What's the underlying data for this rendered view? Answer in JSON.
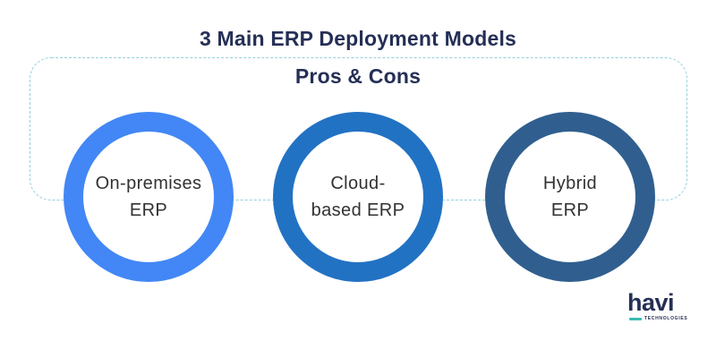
{
  "title": "3 Main ERP Deployment Models",
  "subtitle": "Pros & Cons",
  "panel": {
    "border_color": "#93cfdf"
  },
  "models": [
    {
      "label_line1": "On-premises",
      "label_line2": "ERP",
      "ring_color": "#4287f5"
    },
    {
      "label_line1": "Cloud-",
      "label_line2": "based ERP",
      "ring_color": "#2272c3"
    },
    {
      "label_line1": "Hybrid",
      "label_line2": "ERP",
      "ring_color": "#305f8f"
    }
  ],
  "logo": {
    "name": "havi",
    "tagline": "TECHNOLOGIES",
    "accent_color": "#3bbcb2",
    "text_color": "#252f56"
  },
  "colors": {
    "background": "#ffffff",
    "heading_text": "#252f56",
    "circle_label_text": "#323232"
  }
}
